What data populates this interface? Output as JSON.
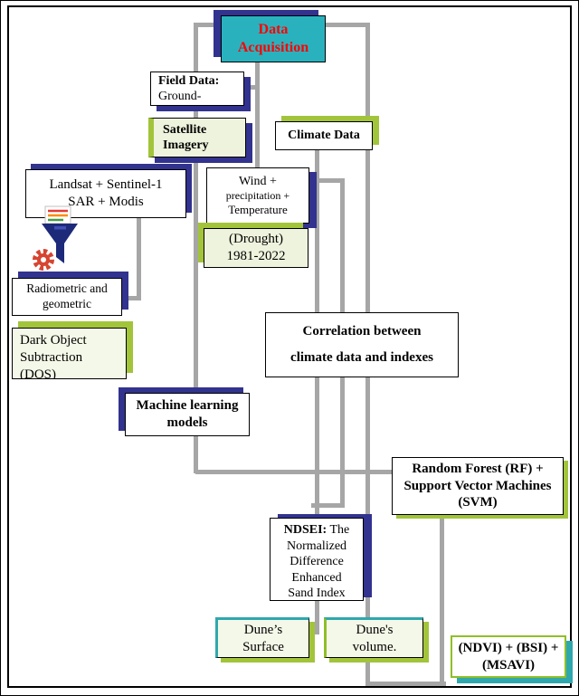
{
  "colors": {
    "teal": "#29b2be",
    "dark_blue": "#32328f",
    "lime_green": "#a2c43b",
    "connector_gray": "#a6a6a6",
    "title_red": "#ff0000"
  },
  "boxes": {
    "acq": {
      "line1": "Data",
      "line2": "Acquisition"
    },
    "field": {
      "line1": "Field Data:",
      "line2": "Ground-"
    },
    "sat": {
      "line1": "Satellite",
      "line2": "Imagery"
    },
    "climate": {
      "label": "Climate Data"
    },
    "landsat": {
      "line1": "Landsat + Sentinel-1",
      "line2": "SAR + Modis"
    },
    "wind": {
      "line1": "Wind +",
      "line2": "precipitation  +",
      "line3": "Temperature"
    },
    "drought": {
      "line1": "(Drought)",
      "line2": "1981-2022"
    },
    "radio": {
      "line1": "Radiometric  and",
      "line2": "geometric"
    },
    "dos": {
      "line1": "Dark Object",
      "line2": "Subtraction",
      "line3": "(DOS)"
    },
    "ml": {
      "line1": "Machine learning",
      "line2": "models"
    },
    "corr": {
      "line1": "Correlation between",
      "line2": "climate data and indexes"
    },
    "rf": {
      "line1": "Random Forest (RF) +",
      "line2": "Support Vector Machines",
      "line3": "(SVM)"
    },
    "ndsei": {
      "bold": "NDSEI:",
      "rest": " The",
      "line2": "Normalized",
      "line3": "Difference",
      "line4": "Enhanced",
      "line5": "Sand Index"
    },
    "dsurf": {
      "line1": "Dune’s",
      "line2": "Surface"
    },
    "dvol": {
      "line1": "Dune's",
      "line2": "volume."
    },
    "ndvi": {
      "line1": "(NDVI) + (BSI) +",
      "line2": "(MSAVI)"
    }
  },
  "icon": {
    "name": "data-filter-funnel-icon"
  }
}
